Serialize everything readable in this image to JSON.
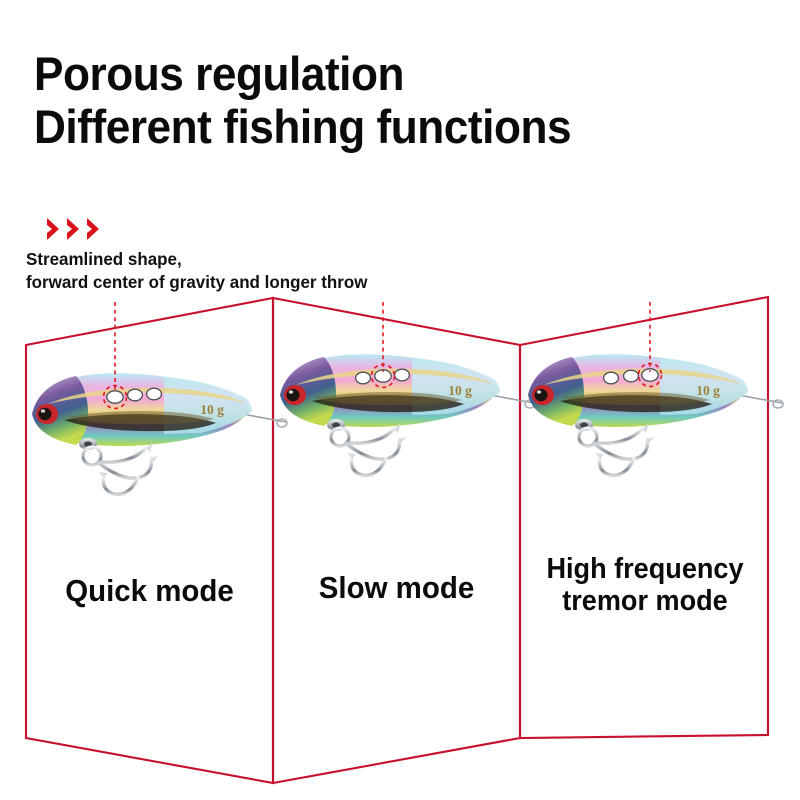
{
  "headline": {
    "line1": "Porous regulation",
    "line2": "Different fishing functions"
  },
  "feature": {
    "chevron_icon": "chevron-right-icon",
    "chevron_count": 3,
    "chevron_color": "#d9131b",
    "line1": "Streamlined shape,",
    "line2": "forward center of gravity and longer throw"
  },
  "frame": {
    "stroke_color": "#c8102e",
    "stroke_width": 2
  },
  "panels": [
    {
      "id": "quick",
      "caption_line1": "Quick mode",
      "caption_line2": "",
      "lure": {
        "weight_label": "10 g",
        "hole_count": 3,
        "highlighted_hole_index": 1,
        "highlight_color": "#e01b24"
      }
    },
    {
      "id": "slow",
      "caption_line1": "Slow mode",
      "caption_line2": "",
      "lure": {
        "weight_label": "10 g",
        "hole_count": 3,
        "highlighted_hole_index": 2,
        "highlight_color": "#e01b24"
      }
    },
    {
      "id": "tremor",
      "caption_line1": "High frequency",
      "caption_line2": "tremor mode",
      "lure": {
        "weight_label": "10 g",
        "hole_count": 3,
        "highlighted_hole_index": 3,
        "highlight_color": "#e01b24"
      }
    }
  ],
  "palette": {
    "background": "#ffffff",
    "text": "#0b0b0b",
    "accent_red": "#c8102e",
    "lure_pink": "#f0a8d8",
    "lure_cyan": "#a8e4ee",
    "lure_gold": "#e8d98a",
    "lure_green": "#b9d84f",
    "lure_purple": "#7a5a9e",
    "eye_red": "#c8252a",
    "metal": "#b9bec4"
  }
}
